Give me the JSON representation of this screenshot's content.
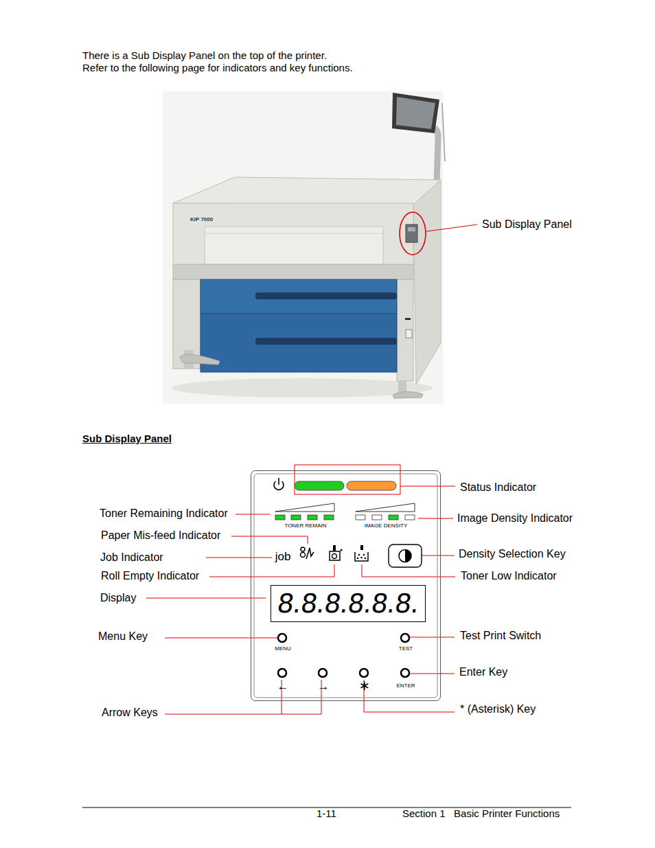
{
  "diagram": {
    "title": "Sub Display Panel",
    "nodes": [
      {
        "text": [
          "TONER REMAIN",
          "IMAGE DENSITY",
          "job",
          "MENU",
          "TEST",
          "ENTER",
          "←",
          "→",
          "∗"
        ]
      },
      {
        "text": [
          "8.8.8.8.8.8."
        ],
        "in": 0
      }
    ],
    "labels": [
      "There is a Sub Display Panel on the top of the printer.",
      "Refer to the following page for indicators and key functions.",
      "KIP 7000",
      "Sub Display Panel",
      "Status Indicator",
      "Toner Remaining Indicator",
      "Image Density Indicator",
      "Paper Mis-feed Indicator",
      "Job Indicator",
      "Density Selection Key",
      "Roll Empty Indicator",
      "Toner Low Indicator",
      "Display",
      "Menu Key",
      "Test Print Switch",
      "Enter Key",
      "Arrow Keys",
      "* (Asterisk) Key",
      "1-11",
      "Section 1   Basic Printer Functions"
    ]
  }
}
